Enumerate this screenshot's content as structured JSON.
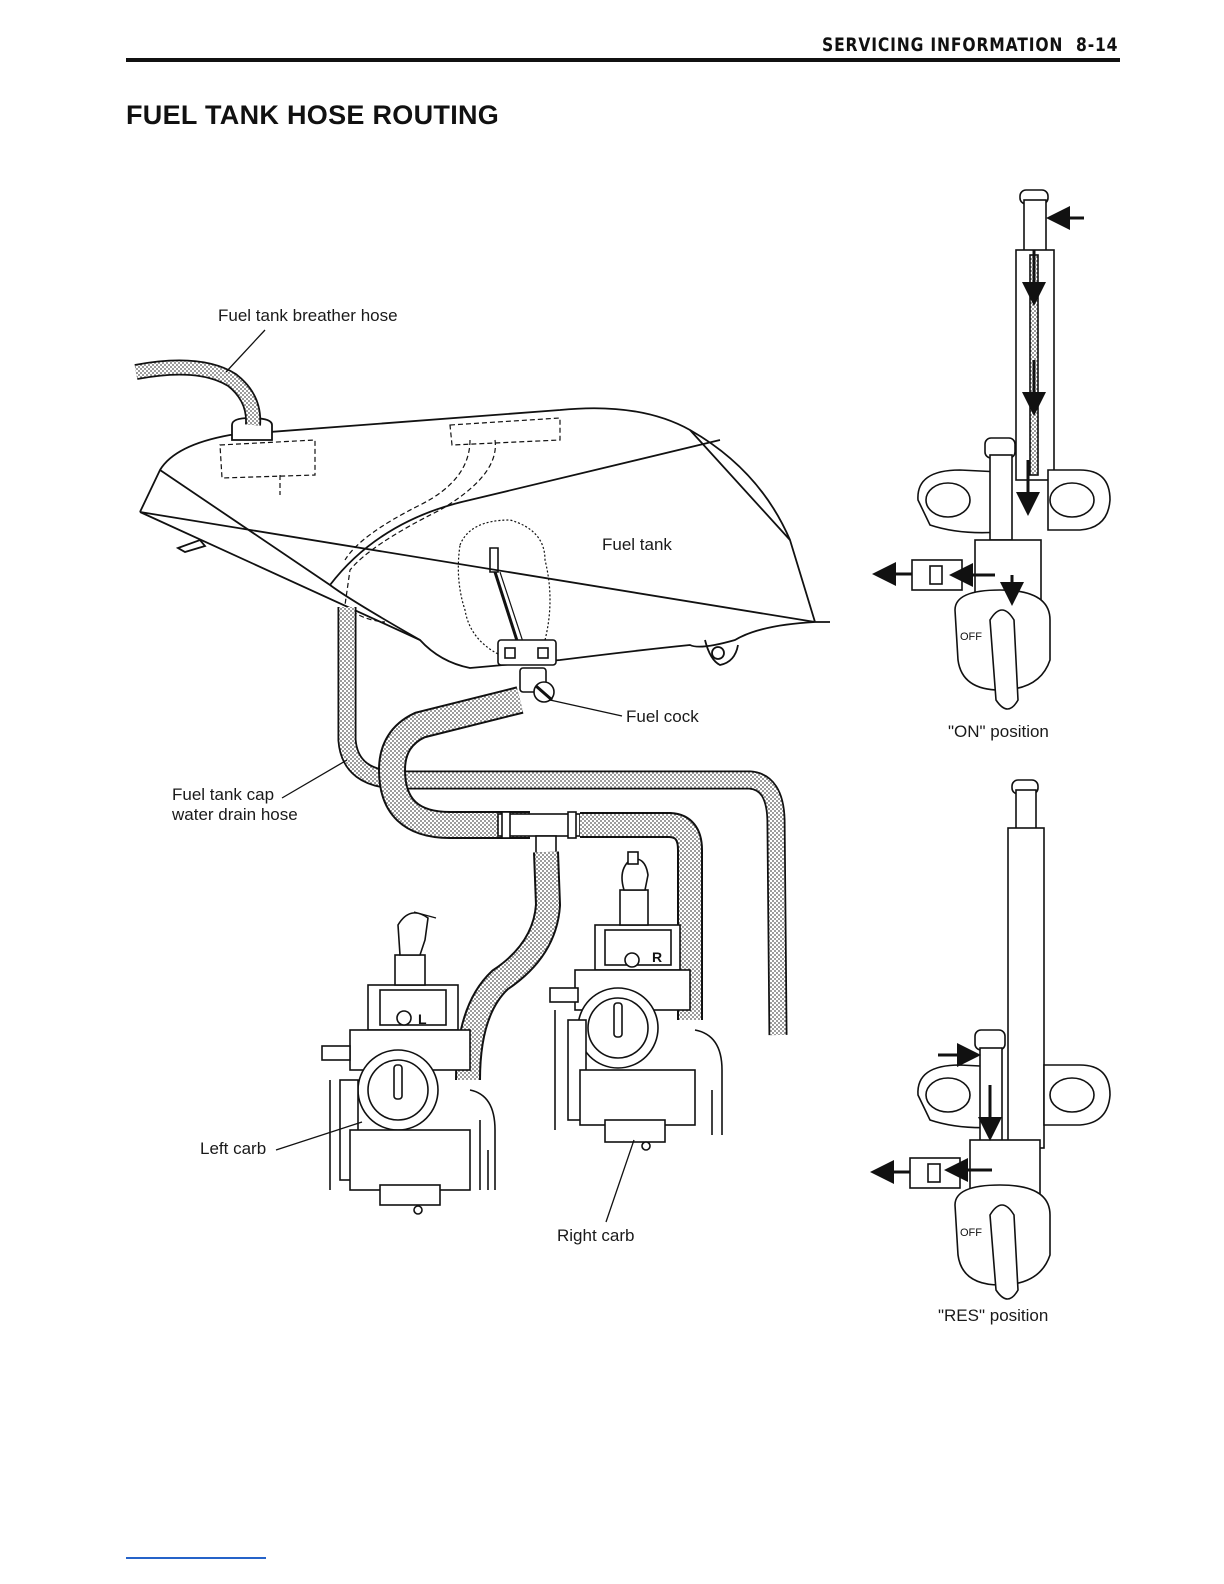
{
  "header": {
    "section": "SERVICING INFORMATION",
    "page_number": "8-14"
  },
  "page_title": "FUEL TANK HOSE ROUTING",
  "labels": {
    "breather_hose": "Fuel tank breather hose",
    "fuel_tank": "Fuel tank",
    "fuel_cock": "Fuel cock",
    "drain_hose_line1": "Fuel tank cap",
    "drain_hose_line2": "water drain hose",
    "left_carb": "Left carb",
    "right_carb": "Right carb",
    "on_position": "\"ON\" position",
    "res_position": "\"RES\" position",
    "left_carb_mark": "L",
    "right_carb_mark": "R",
    "off_mark": "OFF"
  }
}
